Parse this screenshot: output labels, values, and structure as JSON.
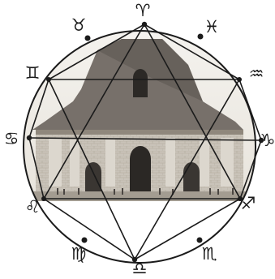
{
  "diagram": {
    "signs": [
      {
        "id": "aries",
        "glyph": "♈"
      },
      {
        "id": "taurus",
        "glyph": "♉"
      },
      {
        "id": "gemini",
        "glyph": "♊"
      },
      {
        "id": "cancer",
        "glyph": "♋"
      },
      {
        "id": "leo",
        "glyph": "♌"
      },
      {
        "id": "virgo",
        "glyph": "♍"
      },
      {
        "id": "libra",
        "glyph": "♎"
      },
      {
        "id": "scorpio",
        "glyph": "♏"
      },
      {
        "id": "sagittarius",
        "glyph": "♐"
      },
      {
        "id": "capricorn",
        "glyph": "♑"
      },
      {
        "id": "aquarius",
        "glyph": "♒"
      },
      {
        "id": "pisces",
        "glyph": "♓"
      }
    ],
    "colors": {
      "ink": "#1b1b1b",
      "facade_dark": "#6b6560",
      "facade_light": "#d8d4cc",
      "paper": "#ffffff"
    }
  }
}
